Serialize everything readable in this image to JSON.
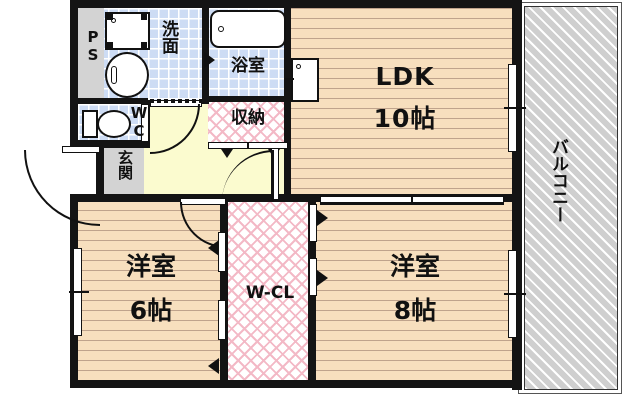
{
  "plan": {
    "title": "2LDK apartment floor plan",
    "unit_suffix": "帖",
    "colors": {
      "wall": "#141414",
      "wood_floor": "#f7dfbe",
      "wood_line": "#bfa38c",
      "tile_blue": "#cddcf4",
      "closet_pink": "#f3b9c6",
      "hall_cream": "#fbfbcf",
      "utility_gray": "#d3d3d3",
      "balcony_gray": "#cfcfcf",
      "text": "#111111"
    },
    "rooms": [
      {
        "id": "ldk",
        "label": "LDK",
        "size": "10帖",
        "floor": "wood"
      },
      {
        "id": "washroom",
        "label": "洗面",
        "size": "",
        "floor": "tile"
      },
      {
        "id": "bath",
        "label": "浴室",
        "size": "",
        "floor": "tile"
      },
      {
        "id": "toilet",
        "label": "WC",
        "size": "",
        "floor": "tile"
      },
      {
        "id": "ps",
        "label": "PS",
        "size": "",
        "floor": "gray"
      },
      {
        "id": "entrance",
        "label": "玄関",
        "size": "",
        "floor": "gray"
      },
      {
        "id": "storage",
        "label": "収納",
        "size": "",
        "floor": "pink"
      },
      {
        "id": "bedroom_6",
        "label": "洋室",
        "size": "6帖",
        "floor": "wood"
      },
      {
        "id": "bedroom_8",
        "label": "洋室",
        "size": "8帖",
        "floor": "wood"
      },
      {
        "id": "walkin",
        "label": "W-CL",
        "size": "",
        "floor": "pink"
      },
      {
        "id": "balcony",
        "label": "バルコニー",
        "size": "",
        "floor": "balcony"
      }
    ],
    "labels": {
      "ldk_name": "LDK",
      "ldk_size": "10帖",
      "bedroom6_name": "洋室",
      "bedroom6_size": "6帖",
      "bedroom8_name": "洋室",
      "bedroom8_size": "8帖",
      "walkin": "W-CL",
      "storage": "収納",
      "washroom": "洗面",
      "bath": "浴室",
      "toilet": "WC",
      "ps": "PS",
      "entrance": "玄関",
      "balcony": "バルコニー"
    }
  }
}
